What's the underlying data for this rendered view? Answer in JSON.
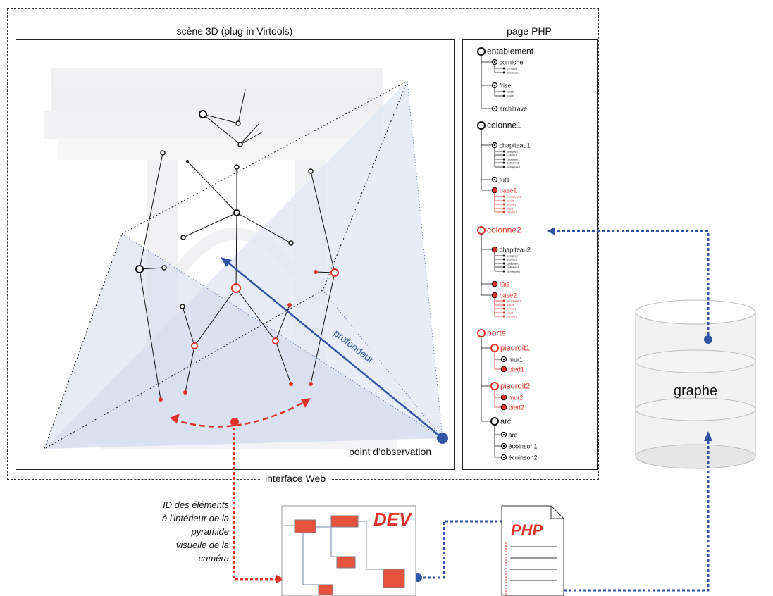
{
  "labels": {
    "scene_title": "scène 3D (plug-in Virtools)",
    "page_title": "page PHP",
    "interface": "interface Web",
    "graphe": "graphe",
    "profondeur": "profondeur",
    "observation": "point d'observation",
    "dev": "DEV",
    "php": "PHP",
    "note": "ID des éléments à l'intérieur de la pyramide visuelle de la caméra"
  },
  "tree": [
    {
      "label": "entablement",
      "level": 0,
      "style": "big-open",
      "color": "black"
    },
    {
      "label": "corniche",
      "level": 1,
      "style": "target",
      "color": "black"
    },
    {
      "label": "cymaise",
      "level": 2,
      "style": "dot",
      "color": "black"
    },
    {
      "label": "denticule",
      "level": 2,
      "style": "dot",
      "color": "black"
    },
    {
      "label": "frise",
      "level": 1,
      "style": "target",
      "color": "black"
    },
    {
      "label": "motif1",
      "level": 2,
      "style": "dot",
      "color": "black"
    },
    {
      "label": "motif2",
      "level": 2,
      "style": "dot",
      "color": "black"
    },
    {
      "label": "architrave",
      "level": 1,
      "style": "target",
      "color": "black"
    },
    {
      "label": "colonne1",
      "level": 0,
      "style": "big-open",
      "color": "black"
    },
    {
      "label": "chapiteau1",
      "level": 1,
      "style": "target",
      "color": "black"
    },
    {
      "label": "abaque1",
      "level": 2,
      "style": "dot",
      "color": "black"
    },
    {
      "label": "echine1",
      "level": 2,
      "style": "dot",
      "color": "black"
    },
    {
      "label": "quadrant1",
      "level": 2,
      "style": "dot",
      "color": "black"
    },
    {
      "label": "collarino1",
      "level": 2,
      "style": "dot",
      "color": "black"
    },
    {
      "label": "astragale1",
      "level": 2,
      "style": "dot",
      "color": "black"
    },
    {
      "label": "fût1",
      "level": 1,
      "style": "target",
      "color": "black"
    },
    {
      "label": "base1",
      "level": 1,
      "style": "red-filled",
      "color": "red"
    },
    {
      "label": "apophyge1",
      "level": 2,
      "style": "dot",
      "color": "red"
    },
    {
      "label": "listel1",
      "level": 2,
      "style": "dot",
      "color": "red"
    },
    {
      "label": "scotie1",
      "level": 2,
      "style": "dot",
      "color": "red"
    },
    {
      "label": "tore1",
      "level": 2,
      "style": "dot",
      "color": "red"
    },
    {
      "label": "plinthe1",
      "level": 2,
      "style": "dot",
      "color": "red"
    },
    {
      "label": "colonne2",
      "level": 0,
      "style": "red-open",
      "color": "red"
    },
    {
      "label": "chapiteau2",
      "level": 1,
      "style": "red-filled",
      "color": "black"
    },
    {
      "label": "abaque1",
      "level": 2,
      "style": "dot",
      "color": "black"
    },
    {
      "label": "echine1",
      "level": 2,
      "style": "dot",
      "color": "black"
    },
    {
      "label": "quadrant1",
      "level": 2,
      "style": "dot",
      "color": "black"
    },
    {
      "label": "collarino1",
      "level": 2,
      "style": "dot",
      "color": "black"
    },
    {
      "label": "astragale1",
      "level": 2,
      "style": "dot",
      "color": "black"
    },
    {
      "label": "fût2",
      "level": 1,
      "style": "red-filled",
      "color": "red"
    },
    {
      "label": "base2",
      "level": 1,
      "style": "red-filled",
      "color": "red"
    },
    {
      "label": "apophyge1",
      "level": 2,
      "style": "dot",
      "color": "red"
    },
    {
      "label": "listel1",
      "level": 2,
      "style": "dot",
      "color": "red"
    },
    {
      "label": "scotie1",
      "level": 2,
      "style": "dot",
      "color": "red"
    },
    {
      "label": "tore1",
      "level": 2,
      "style": "dot",
      "color": "red"
    },
    {
      "label": "plinthe1",
      "level": 2,
      "style": "dot",
      "color": "red"
    },
    {
      "label": "porte",
      "level": 0,
      "style": "red-open",
      "color": "red"
    },
    {
      "label": "piedroit1",
      "level": 1,
      "style": "red-open",
      "color": "red"
    },
    {
      "label": "mur1",
      "level": 2,
      "style": "target",
      "color": "black"
    },
    {
      "label": "pied1",
      "level": 2,
      "style": "red-filled",
      "color": "red"
    },
    {
      "label": "piedroit2",
      "level": 1,
      "style": "red-open",
      "color": "red"
    },
    {
      "label": "mur2",
      "level": 2,
      "style": "red-filled",
      "color": "red"
    },
    {
      "label": "pied2",
      "level": 2,
      "style": "red-filled",
      "color": "red"
    },
    {
      "label": "arc",
      "level": 1,
      "style": "big-open",
      "color": "black"
    },
    {
      "label": "arc",
      "level": 2,
      "style": "target",
      "color": "black"
    },
    {
      "label": "écoinson1",
      "level": 2,
      "style": "target",
      "color": "black"
    },
    {
      "label": "écoinson2",
      "level": 2,
      "style": "target",
      "color": "black"
    }
  ],
  "colors": {
    "red": "#e2332b",
    "blue": "#2f55a4",
    "frustum": "#dfe6f3"
  }
}
